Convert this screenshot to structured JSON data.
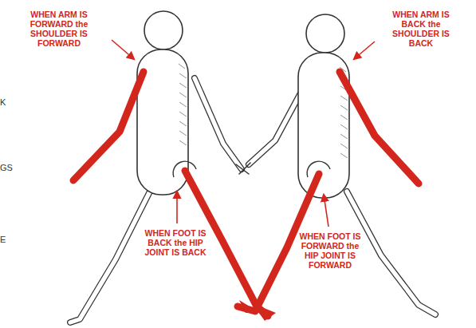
{
  "diagram": {
    "labels": [
      "WHEN ARM IS FORWARD the SHOULDER IS FORWARD",
      "WHEN ARM IS BACK the SHOULDER IS BACK",
      "WHEN FOOT IS BACK the HIP JOINT IS BACK",
      "WHEN FOOT IS FORWARD the HIP JOINT IS FORWARD",
      "K",
      "GS",
      "E"
    ]
  }
}
